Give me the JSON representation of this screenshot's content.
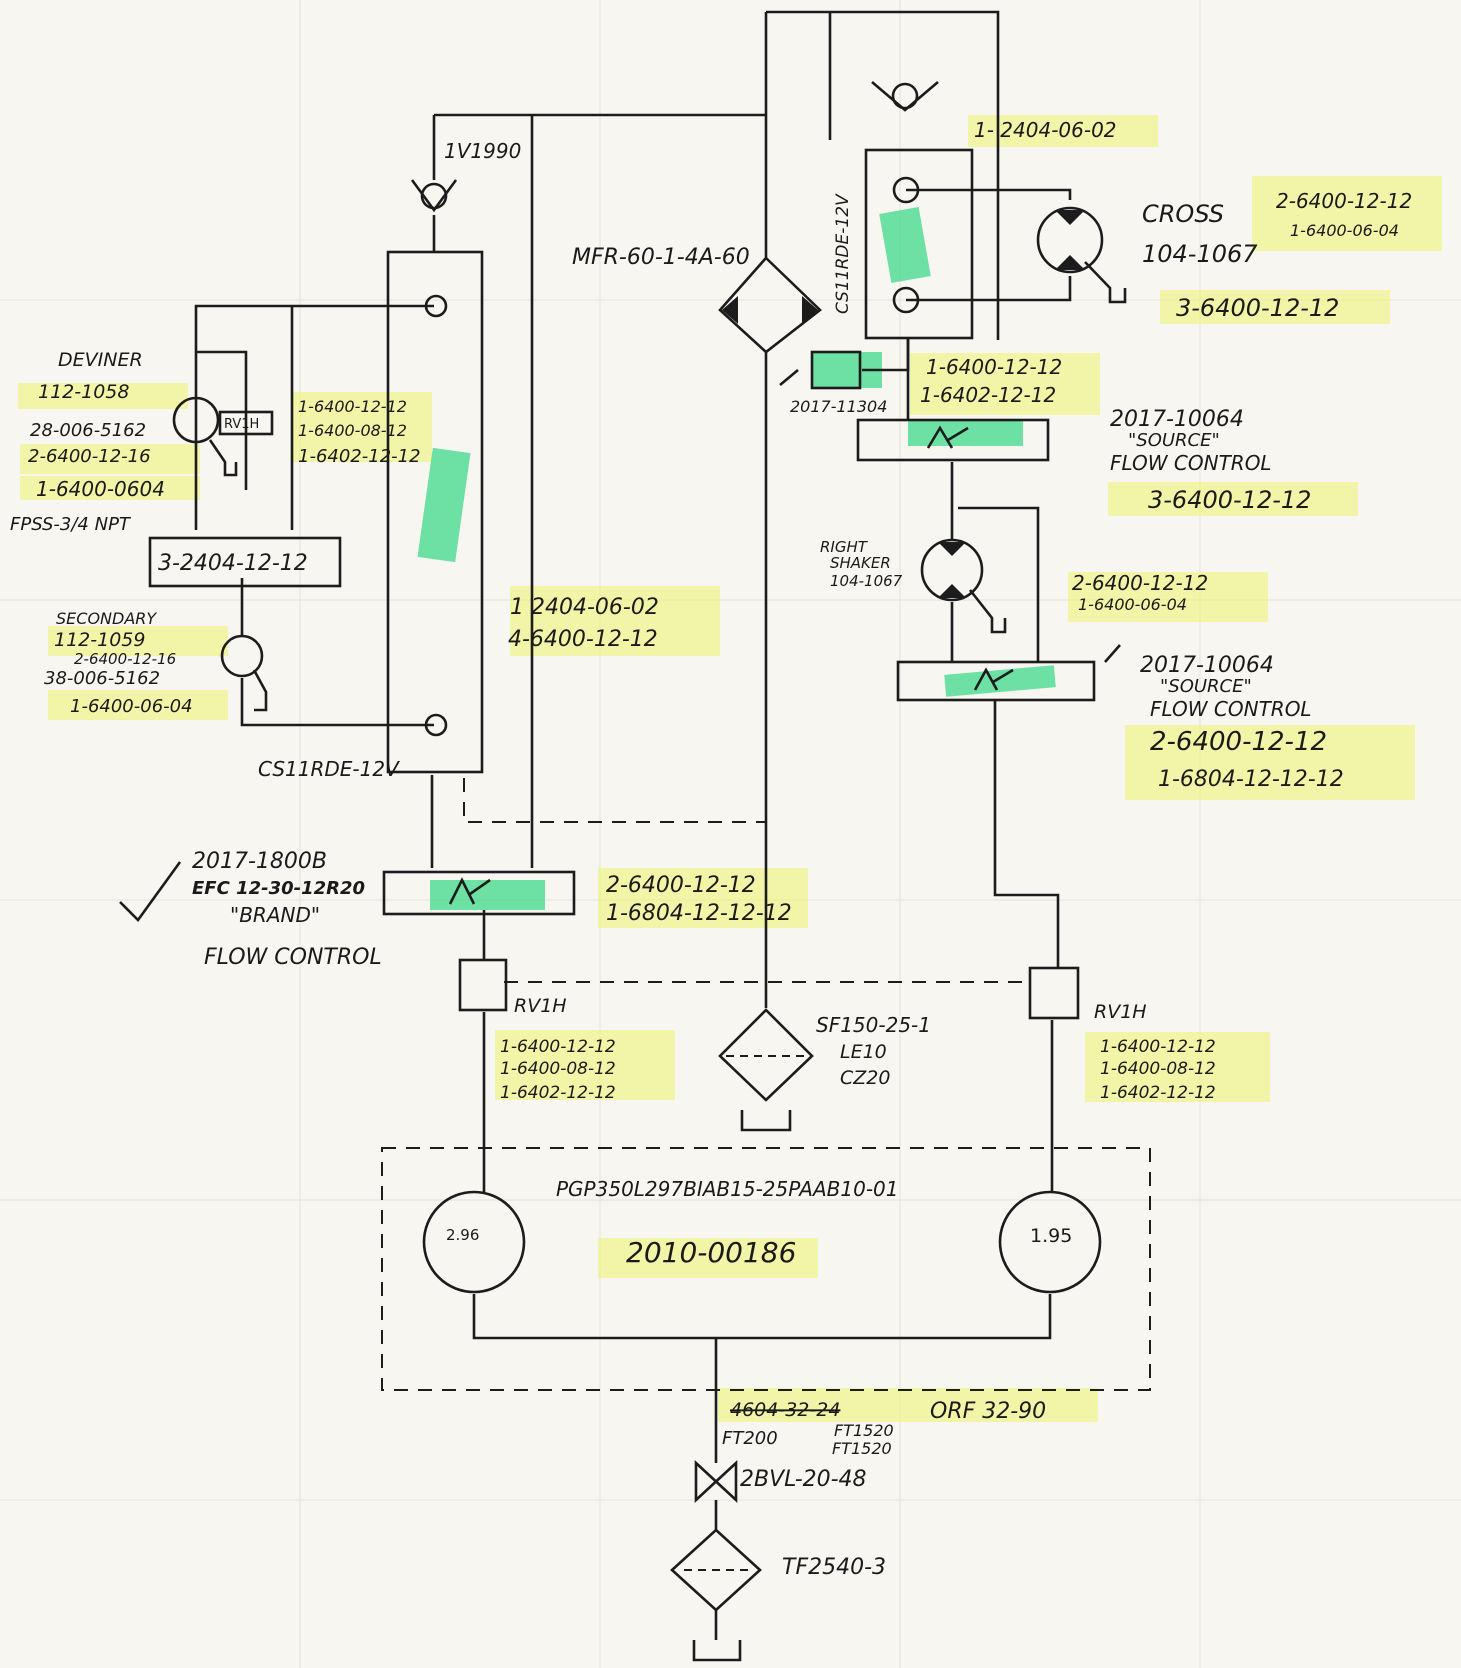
{
  "colors": {
    "ink": "#1c1c1c",
    "highlight_yellow": "#eef26a",
    "highlight_green": "#3fd88a",
    "paper": "#f7f6f1"
  },
  "labels": {
    "check_valve_left": "1V1990",
    "mfr": "MFR-60-1-4A-60",
    "csi_top": "CS11RDE-12V",
    "fit_top": "1- 2404-06-02",
    "cross_name": "CROSS",
    "cross_part": "104-1067",
    "cross_fit1": "2-6400-12-12",
    "cross_fit2": "1-6400-06-04",
    "cross_fit3": "3-6400-12-12",
    "valve_part": "2017-11304",
    "fit_tr1": "1-6400-12-12",
    "fit_tr2": "1-6402-12-12",
    "source1_part": "2017-10064",
    "source1_q": "\"SOURCE\"",
    "source1_fc": "FLOW CONTROL",
    "source1_fit": "3-6400-12-12",
    "rshaker1": "RIGHT",
    "rshaker2": "SHAKER",
    "rshaker_part": "104-1067",
    "rshaker_fit1": "2-6400-12-12",
    "rshaker_fit2": "1-6400-06-04",
    "source2_part": "2017-10064",
    "source2_q": "\"SOURCE\"",
    "source2_fc": "FLOW CONTROL",
    "source2_fit1": "2-6400-12-12",
    "source2_fit2": "1-6804-12-12-12",
    "deviner": "DEVINER",
    "deviner_part": "112-1058",
    "deviner_fit1": "28-006-5162",
    "deviner_fit2": "2-6400-12-16",
    "deviner_fit3": "1-6400-0604",
    "rv1h_small": "RV1H",
    "fpss": "FPSS-3/4 NPT",
    "block_mid": "3-2404-12-12",
    "left_fit1": "1-6400-12-12",
    "left_fit2": "1-6400-08-12",
    "left_fit3": "1-6402-12-12",
    "secondary": "SECONDARY",
    "secondary_part": "112-1059",
    "secondary_fit1": "2-6400-12-16",
    "secondary_fit2": "38-006-5162",
    "secondary_fit3": "1-6400-06-04",
    "mid_fit1": "1 2404-06-02",
    "mid_fit2": "4-6400-12-12",
    "csi_left": "CS11RDE-12V",
    "brand_part": "2017-1800B",
    "brand_efc": "EFC 12-30-12R20",
    "brand_q": "\"BRAND\"",
    "brand_fc": "FLOW CONTROL",
    "brand_fit1": "2-6400-12-12",
    "brand_fit2": "1-6804-12-12-12",
    "rv1h_left": "RV1H",
    "rv1h_left_fit1": "1-6400-12-12",
    "rv1h_left_fit2": "1-6400-08-12",
    "rv1h_left_fit3": "1-6402-12-12",
    "filter_mid1": "SF150-25-1",
    "filter_mid2": "LE10",
    "filter_mid3": "CZ20",
    "rv1h_right": "RV1H",
    "rv1h_right_fit1": "1-6400-12-12",
    "rv1h_right_fit2": "1-6400-08-12",
    "rv1h_right_fit3": "1-6402-12-12",
    "pump_model": "PGP350L297BIAB15-25PAAB10-01",
    "pump_part": "2010-00186",
    "pump_left": "2.96",
    "pump_right": "1.95",
    "orf_strike": "4604-32-24",
    "orf": "ORF 32-90",
    "ft1": "FT200",
    "ft2": "FT1520",
    "ft3": "FT1520",
    "ball_valve": "2BVL-20-48",
    "tank_filter": "TF2540-3"
  }
}
